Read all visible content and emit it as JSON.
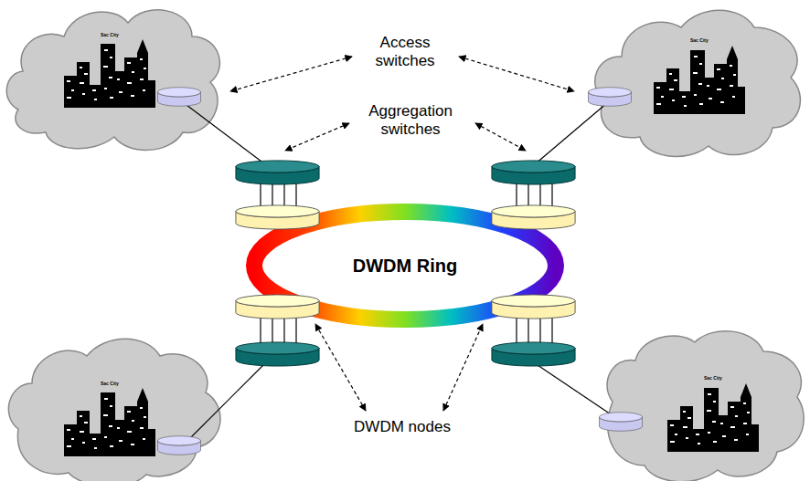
{
  "diagram": {
    "nodes": [
      {
        "text": [
          "DWDM Ring"
        ]
      }
    ],
    "labels": [
      "Access switches",
      "Aggregation switches",
      "DWDM nodes",
      "Sac City",
      "Sac City",
      "Sac City",
      "Sac City"
    ]
  }
}
